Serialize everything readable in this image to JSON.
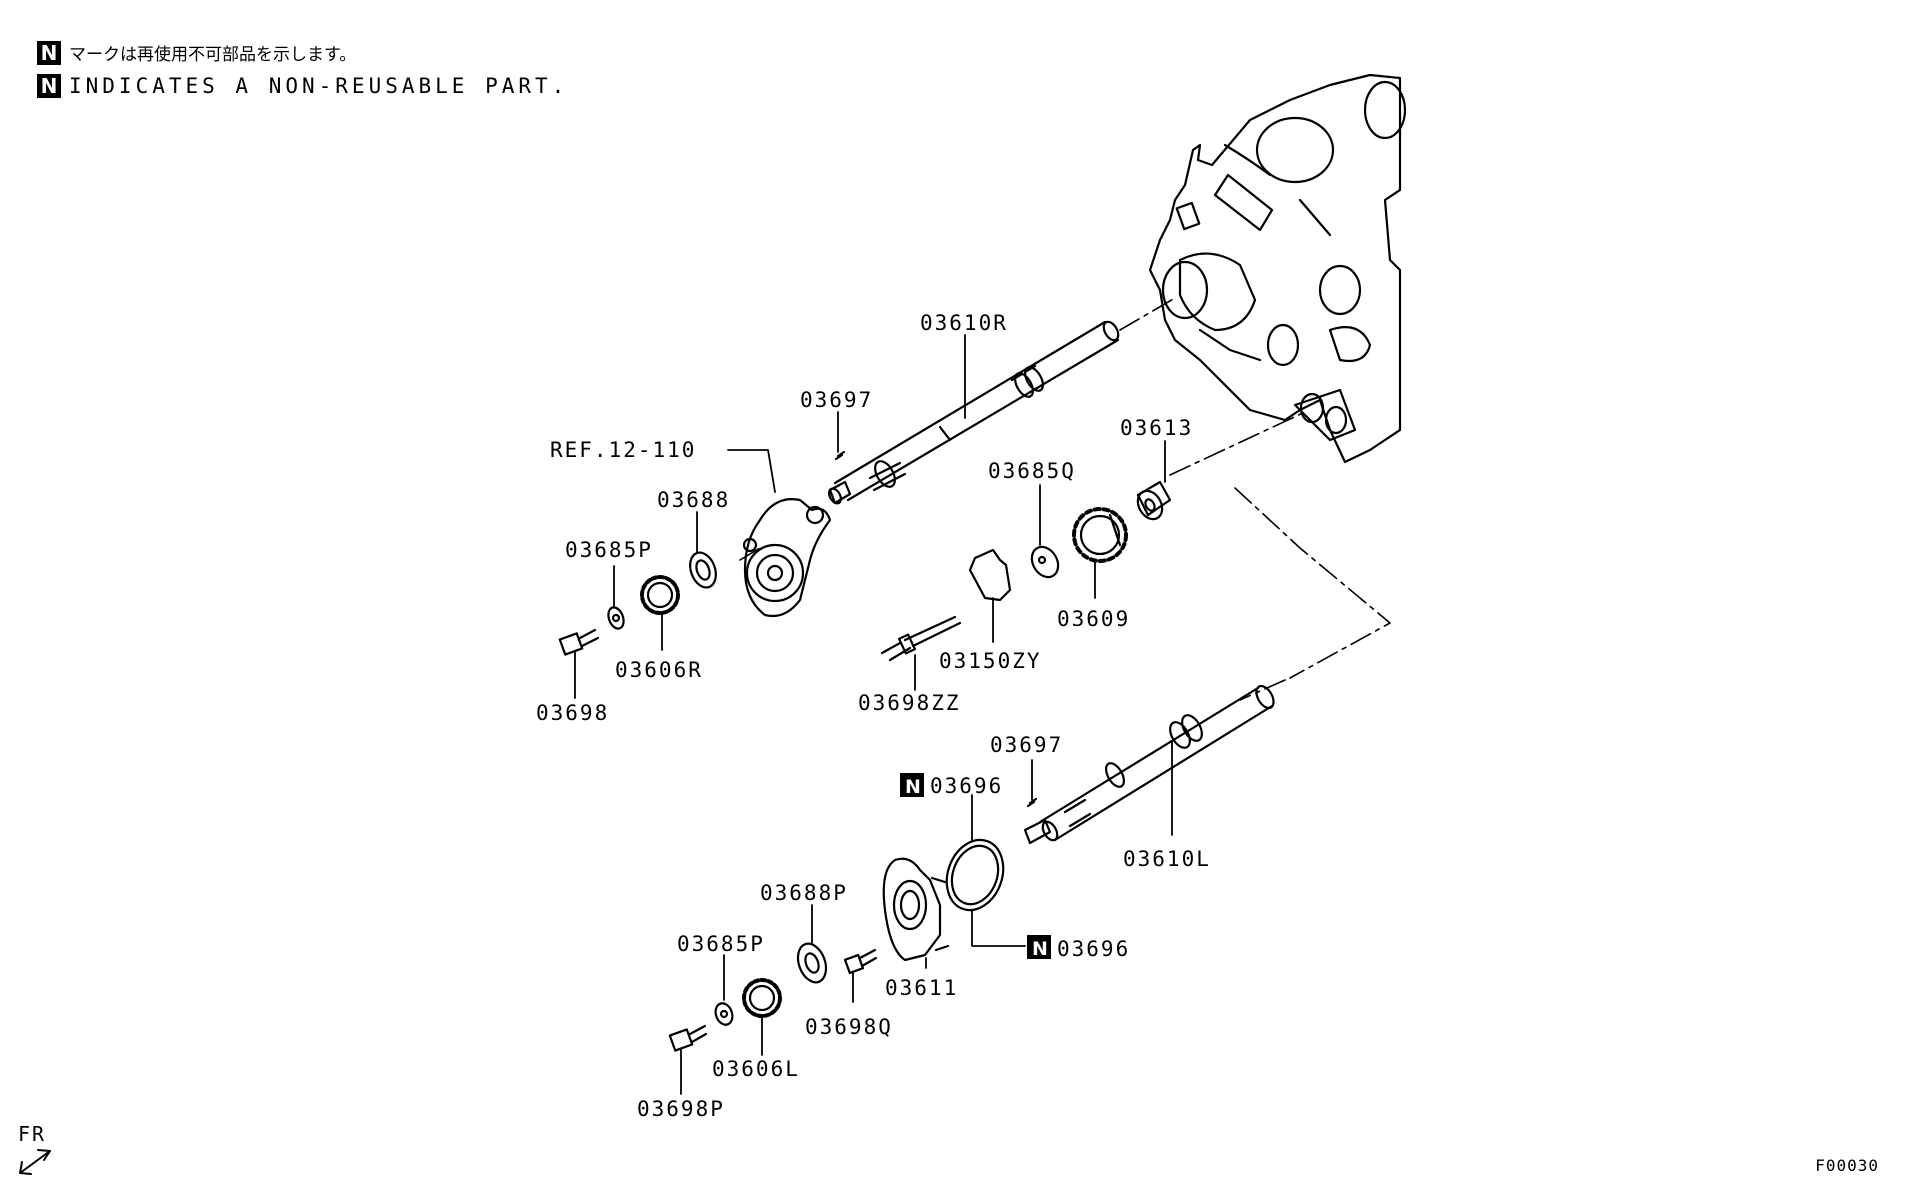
{
  "legend": {
    "badge": "N",
    "japanese": "マークは再使用不可部品を示します。",
    "english": "INDICATES A NON-REUSABLE PART."
  },
  "parts": {
    "p03610R": "03610R",
    "p03697_top": "03697",
    "ref": "REF.12-110",
    "p03688": "03688",
    "p03685P_top": "03685P",
    "p03606R": "03606R",
    "p03698": "03698",
    "p03613": "03613",
    "p03685Q": "03685Q",
    "p03609": "03609",
    "p03150ZY": "03150ZY",
    "p03698ZZ": "03698ZZ",
    "p03697_bottom": "03697",
    "p03696_upper": "03696",
    "p03610L": "03610L",
    "p03688P": "03688P",
    "p03685P_bottom": "03685P",
    "p03611": "03611",
    "p03696_lower": "03696",
    "p03698Q": "03698Q",
    "p03606L": "03606L",
    "p03698P": "03698P"
  },
  "non_reusable_badge": "N",
  "direction": "FR",
  "figure_code": "F00030"
}
